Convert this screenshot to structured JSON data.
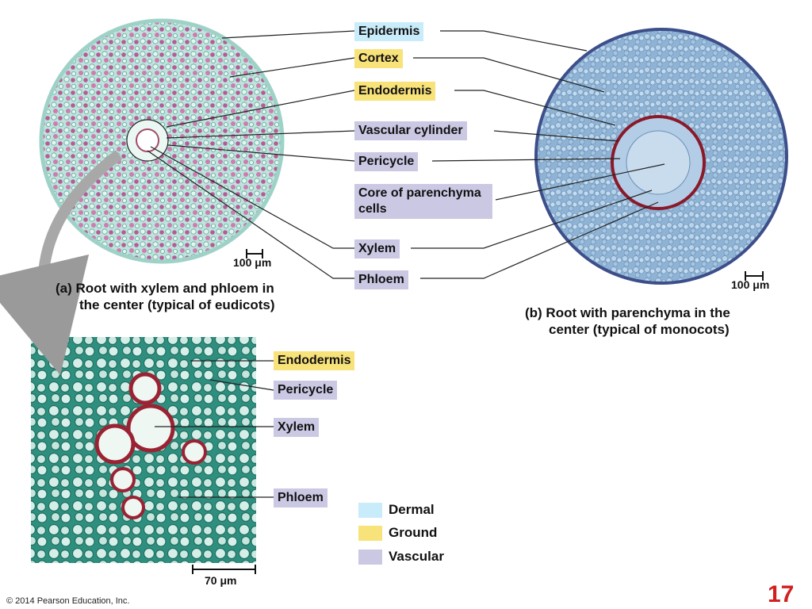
{
  "labels": {
    "epidermis": "Epidermis",
    "cortex": "Cortex",
    "endodermis": "Endodermis",
    "vascular_cylinder": "Vascular cylinder",
    "pericycle": "Pericycle",
    "core": "Core of parenchyma cells",
    "xylem": "Xylem",
    "phloem": "Phloem",
    "detail_endodermis": "Endodermis",
    "detail_pericycle": "Pericycle",
    "detail_xylem": "Xylem",
    "detail_phloem": "Phloem"
  },
  "captions": {
    "a_line1": "(a) Root with xylem and phloem in",
    "a_line2": "the center (typical of eudicots)",
    "b_line1": "(b) Root with parenchyma in the",
    "b_line2": "center (typical of monocots)"
  },
  "scale_bars": {
    "a": "100 μm",
    "b": "100 μm",
    "detail": "70 μm"
  },
  "legend": [
    {
      "name": "Dermal",
      "color": "#c9ecfb"
    },
    {
      "name": "Ground",
      "color": "#f8e27a"
    },
    {
      "name": "Vascular",
      "color": "#cbc8e4"
    }
  ],
  "colors": {
    "dermal": "#c9ecfb",
    "ground": "#f8e27a",
    "vascular": "#cbc8e4",
    "page_number": "#d22020"
  },
  "footer": {
    "copyright": "© 2014 Pearson Education, Inc.",
    "page_number": "17"
  }
}
